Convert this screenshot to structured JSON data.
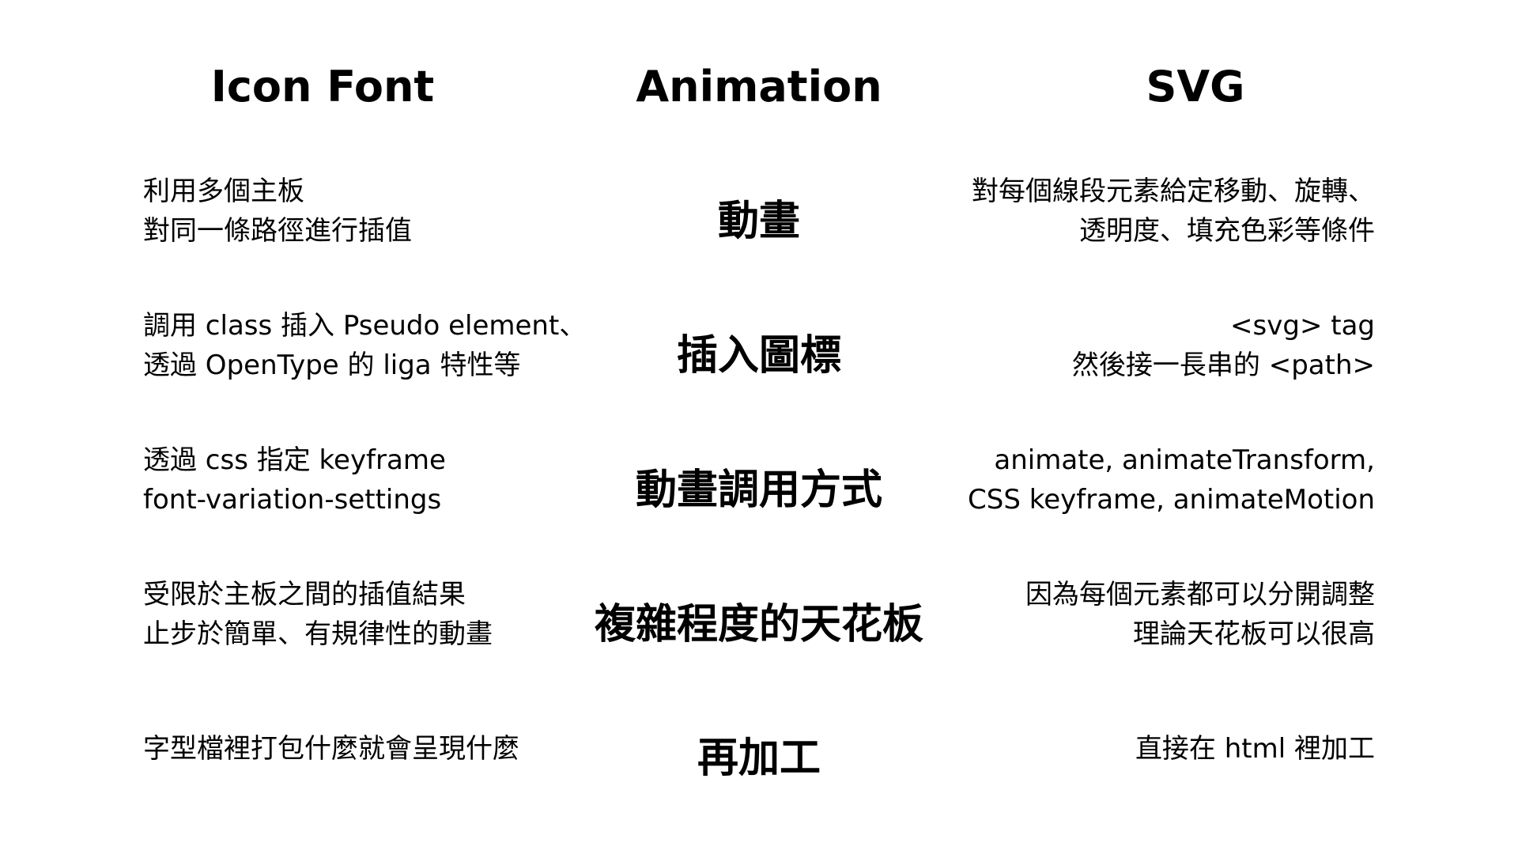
{
  "headers": {
    "icon_font": "Icon Font",
    "animation": "Animation",
    "svg": "SVG"
  },
  "rows": [
    {
      "left": [
        "利用多個主板",
        "對同一條路徑進行插值"
      ],
      "middle": "動畫",
      "right": [
        "對每個線段元素給定移動、旋轉、",
        "透明度、填充色彩等條件"
      ]
    },
    {
      "left": [
        "調用 class 插入 Pseudo element、",
        "透過 OpenType 的 liga 特性等"
      ],
      "middle": "插入圖標",
      "right": [
        "<svg> tag",
        "然後接一長串的 <path>"
      ]
    },
    {
      "left": [
        "透過 css 指定 keyframe",
        "font-variation-settings"
      ],
      "middle": "動畫調用方式",
      "right": [
        "animate, animateTransform,",
        "CSS keyframe, animateMotion"
      ]
    },
    {
      "left": [
        "受限於主板之間的插值結果",
        "止步於簡單、有規律性的動畫"
      ],
      "middle": "複雜程度的天花板",
      "right": [
        "因為每個元素都可以分開調整",
        "理論天花板可以很高"
      ]
    },
    {
      "left": [
        "字型檔裡打包什麼就會呈現什麼"
      ],
      "middle": "再加工",
      "right": [
        "直接在 html 裡加工"
      ]
    }
  ]
}
